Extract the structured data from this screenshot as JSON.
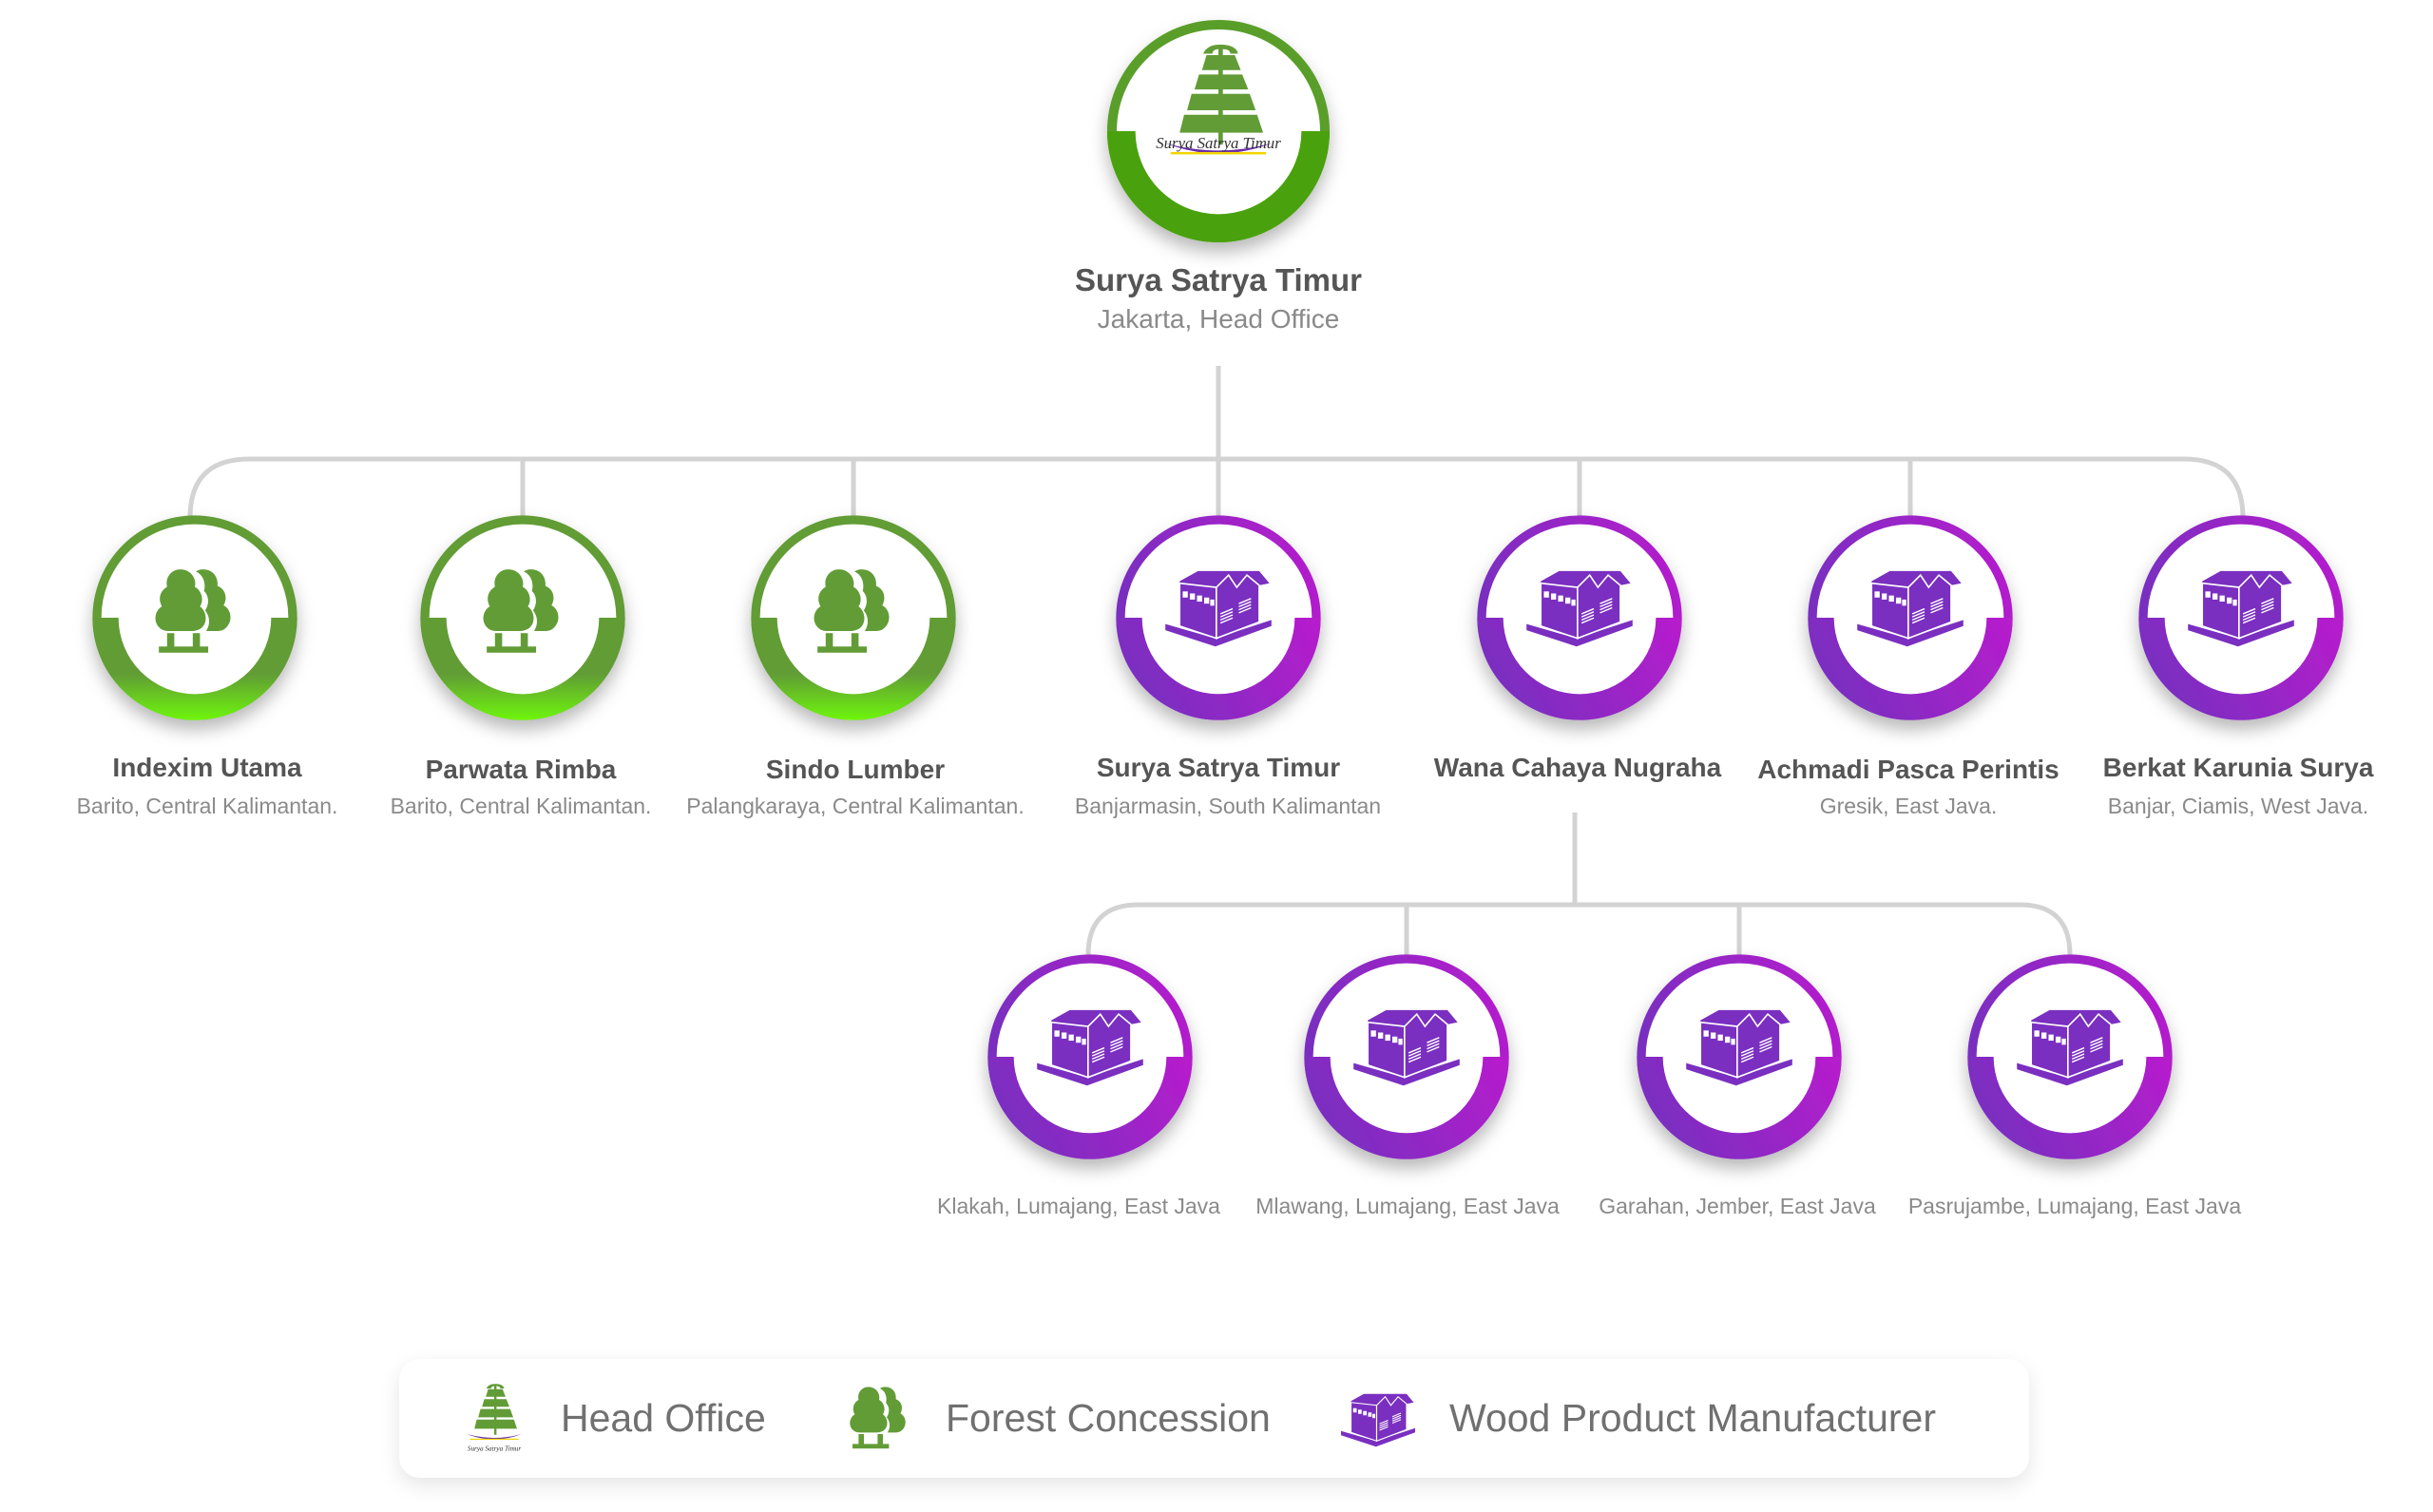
{
  "colors": {
    "green_dark": "#629c36",
    "green_bright": "#6ef60c",
    "purple": "#7a2fc0",
    "magenta": "#b81ccd",
    "line": "#d3d3d3",
    "name_text": "#555555",
    "loc_text": "#8a8a8a"
  },
  "head_office": {
    "name": "Surya Satrya Timur",
    "location": "Jakarta, Head Office",
    "type": "head-office",
    "logo_text": "Surya Satrya Timur"
  },
  "subsidiaries": [
    {
      "name": "Indexim Utama",
      "location": "Barito, Central Kalimantan.",
      "type": "forest-concession"
    },
    {
      "name": "Parwata Rimba",
      "location": "Barito, Central Kalimantan.",
      "type": "forest-concession"
    },
    {
      "name": "Sindo Lumber",
      "location": "Palangkaraya, Central Kalimantan.",
      "type": "forest-concession"
    },
    {
      "name": "Surya Satrya Timur",
      "location": "Banjarmasin, South Kalimantan",
      "type": "wood-product-manufacturer"
    },
    {
      "name": "Wana Cahaya Nugraha",
      "location": "",
      "type": "wood-product-manufacturer"
    },
    {
      "name": "Achmadi Pasca Perintis",
      "location": "Gresik, East Java.",
      "type": "wood-product-manufacturer"
    },
    {
      "name": "Berkat Karunia Surya",
      "location": "Banjar, Ciamis, West Java.",
      "type": "wood-product-manufacturer"
    }
  ],
  "wana_cahaya_nugraha_sites": [
    {
      "location": "Klakah, Lumajang, East Java",
      "type": "wood-product-manufacturer"
    },
    {
      "location": "Mlawang, Lumajang, East Java",
      "type": "wood-product-manufacturer"
    },
    {
      "location": "Garahan, Jember, East Java",
      "type": "wood-product-manufacturer"
    },
    {
      "location": "Pasrujambe, Lumajang, East Java",
      "type": "wood-product-manufacturer"
    }
  ],
  "legend": [
    {
      "label": "Head Office",
      "icon": "head-office-logo-icon"
    },
    {
      "label": "Forest Concession",
      "icon": "trees-icon"
    },
    {
      "label": "Wood Product Manufacturer",
      "icon": "factory-icon"
    }
  ]
}
